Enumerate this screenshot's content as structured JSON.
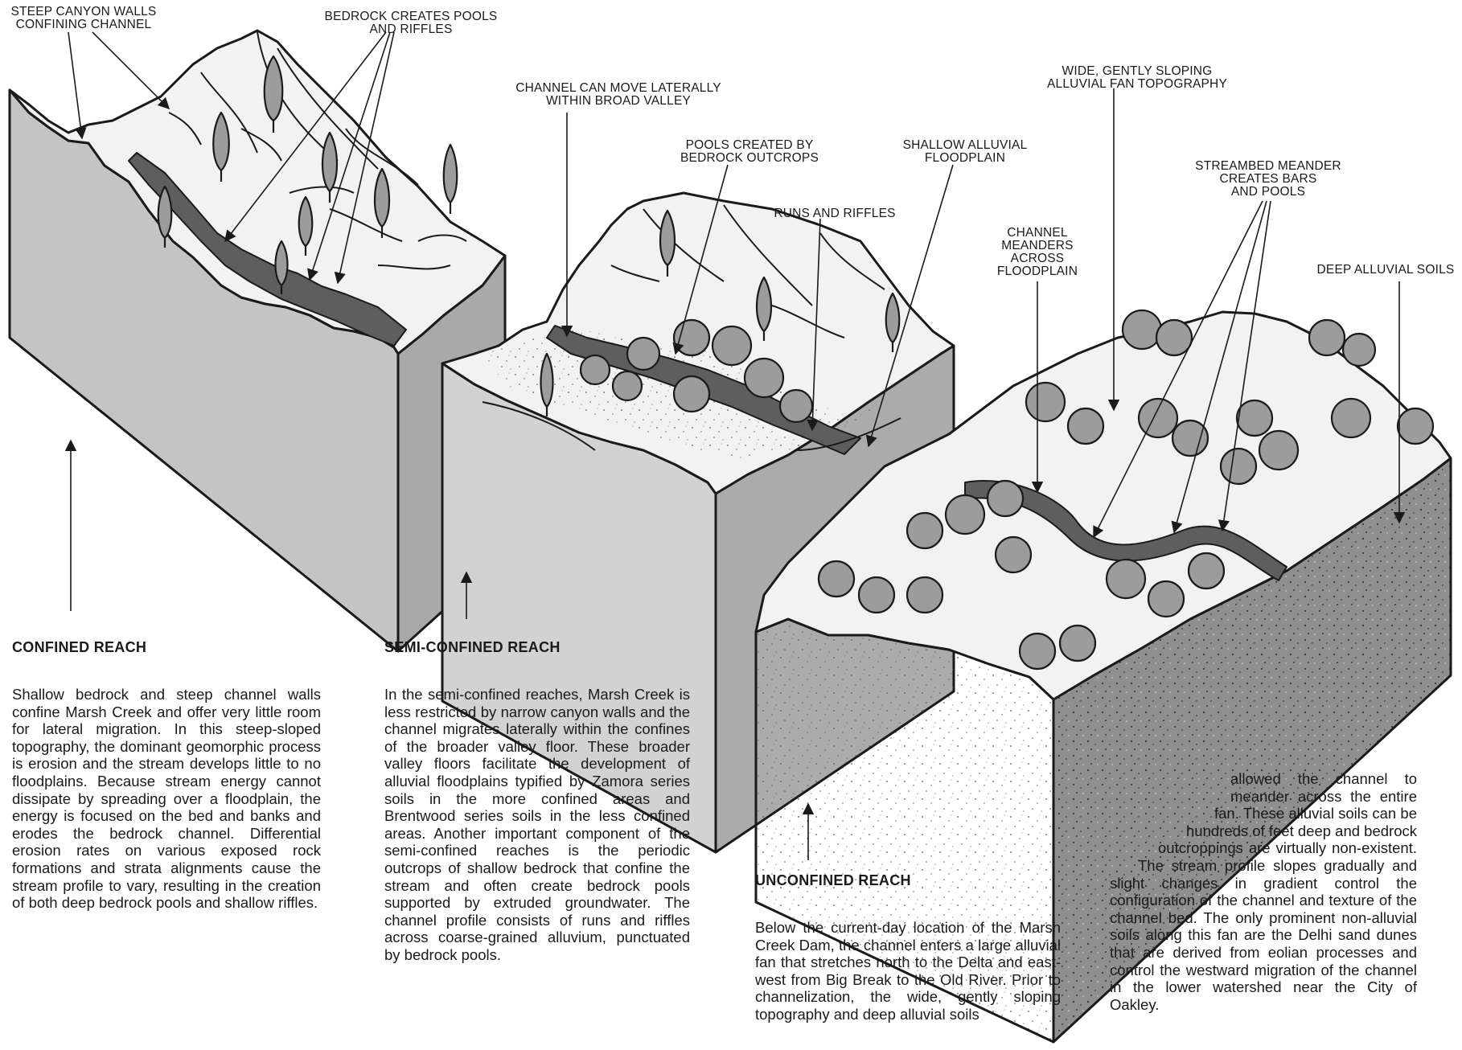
{
  "labels": {
    "steep_canyon": "STEEP CANYON WALLS\nCONFINING CHANNEL",
    "bedrock_pools": "BEDROCK CREATES POOLS\nAND RIFFLES",
    "channel_lateral": "CHANNEL CAN MOVE LATERALLY\nWITHIN BROAD VALLEY",
    "pools_outcrops": "POOLS CREATED BY\nBEDROCK OUTCROPS",
    "shallow_floodplain": "SHALLOW ALLUVIAL\nFLOODPLAIN",
    "runs_riffles": "RUNS AND RIFFLES",
    "wide_fan": "WIDE, GENTLY SLOPING\nALLUVIAL FAN TOPOGRAPHY",
    "meander_bars": "STREAMBED MEANDER\nCREATES BARS\nAND POOLS",
    "channel_meanders": "CHANNEL\nMEANDERS\nACROSS\nFLOODPLAIN",
    "deep_soils": "DEEP ALLUVIAL SOILS"
  },
  "sections": {
    "confined": {
      "heading": "CONFINED REACH",
      "text": "Shallow bedrock and steep channel walls confine Marsh Creek and offer very little room for lateral migration. In this steep-sloped topography, the dominant geomorphic process is erosion and the stream develops little to no floodplains. Because stream energy cannot dissipate by spreading over a floodplain, the energy is focused on the bed and banks and erodes the bedrock channel. Differential erosion rates on various exposed rock formations and strata alignments cause the stream profile to vary, resulting in the creation of both deep bedrock pools and shallow riffles."
    },
    "semi": {
      "heading": "SEMI-CONFINED REACH",
      "text": "In the semi-confined reaches, Marsh Creek is less restricted by narrow canyon walls and the channel migrates laterally within the confines of the broader valley floor. These broader valley floors facilitate the development of alluvial floodplains typified by Zamora series soils in the more confined areas and Brentwood series soils in the less confined areas. Another important component of the semi-confined reaches is the periodic outcrops of shallow bedrock that confine the stream and often create bedrock pools supported by extruded groundwater. The channel profile consists of runs and riffles across coarse-grained alluvium, punctuated by bedrock pools."
    },
    "unconfined": {
      "heading": "UNCONFINED REACH",
      "text": "Below the current-day location of the Marsh Creek Dam, the channel enters a large alluvial fan that stretches north to the Delta and east-west from Big Break to the Old River. Prior to channelization, the wide, gently sloping topography and deep alluvial soils",
      "continued": "allowed the channel to meander across the entire fan. These alluvial soils can be hundreds of feet deep and bedrock outcroppings are virtually non-existent. The stream profile slopes gradually and slight changes in gradient control the configuration of the channel and texture of the channel bed. The only prominent non-alluvial soils along this fan are the Delhi sand dunes that are derived from eolian processes and control the westward migration of the channel in the lower watershed near the City of Oakley."
    }
  },
  "colors": {
    "ink": "#1a1a1a",
    "block_side": "#bdbdbd",
    "block_front": "#d8d8d8",
    "channel": "#5e5e5e",
    "tree": "#9c9c9c",
    "ground": "#f2f2f2"
  }
}
